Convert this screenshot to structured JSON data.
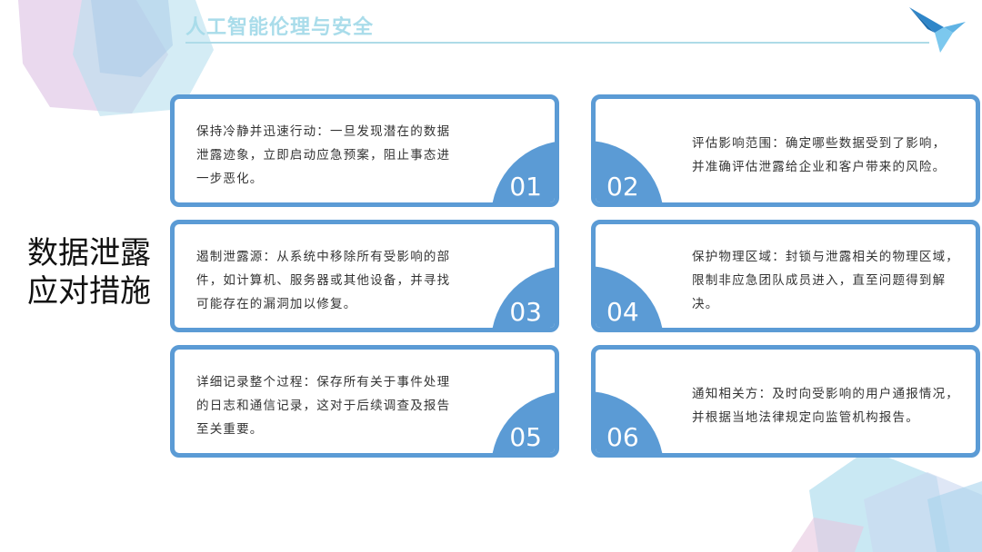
{
  "header": {
    "title": "人工智能伦理与安全"
  },
  "side_title": {
    "line1": "数据泄露",
    "line2": "应对措施"
  },
  "cards": [
    {
      "num": "01",
      "lines": [
        "保持冷静并迅速行动：一旦发现潜在的数据",
        "泄露迹象，立即启动应急预案，阻止事态进",
        "一步恶化。"
      ]
    },
    {
      "num": "02",
      "lines": [
        "评估影响范围：确定哪些数据受到了影响，",
        "并准确评估泄露给企业和客户带来的风险。"
      ]
    },
    {
      "num": "03",
      "lines": [
        "遏制泄露源：从系统中移除所有受影响的部",
        "件，如计算机、服务器或其他设备，并寻找",
        "可能存在的漏洞加以修复。"
      ]
    },
    {
      "num": "04",
      "lines": [
        "保护物理区域：封锁与泄露相关的物理区域，",
        "限制非应急团队成员进入，直至问题得到解",
        "决。"
      ]
    },
    {
      "num": "05",
      "lines": [
        "详细记录整个过程：保存所有关于事件处理",
        "的日志和通信记录，这对于后续调查及报告",
        "至关重要。"
      ]
    },
    {
      "num": "06",
      "lines": [
        "通知相关方：及时向受影响的用户通报情况，",
        "并根据当地法律规定向监管机构报告。"
      ]
    }
  ],
  "colors": {
    "accent": "#5b9bd5",
    "header": "#a9dcea"
  },
  "icons": {
    "logo": "paper-bird-icon"
  }
}
